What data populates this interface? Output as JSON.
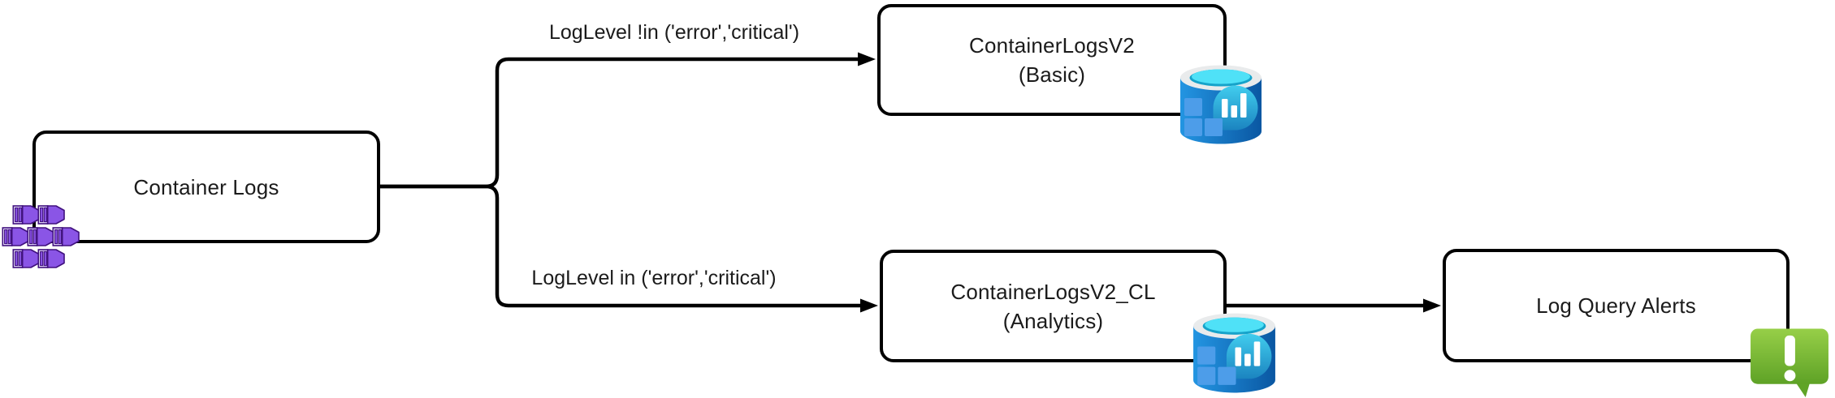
{
  "nodes": {
    "container_logs": {
      "label": "Container Logs"
    },
    "basic_table": {
      "line1": "ContainerLogsV2",
      "line2": "(Basic)"
    },
    "analytics_table": {
      "line1": "ContainerLogsV2_CL",
      "line2": "(Analytics)"
    },
    "alerts": {
      "label": "Log Query Alerts"
    }
  },
  "edges": {
    "basic_condition": {
      "label": "LogLevel !in ('error','critical')"
    },
    "analytics_condition": {
      "label": "LogLevel in ('error','critical')"
    }
  },
  "icons": {
    "source": "container-instances-icon",
    "basic_table": "log-analytics-workspace-icon",
    "analytics_table": "log-analytics-workspace-icon",
    "alerts": "alert-icon"
  },
  "colors": {
    "line": "#000000",
    "text": "#1b1b1b",
    "container_purple": "#8a55e6",
    "container_purple_dark": "#40117e",
    "container_face_light": "#ded0f8",
    "cylinder_blue_light": "#2395e2",
    "cylinder_blue_dark": "#0a57a2",
    "cylinder_rim": "#e9ebec",
    "cylinder_top_cyan": "#4fe1f7",
    "cylinder_top_teal": "#16a3ca",
    "lens_cyan": "#41cdee",
    "lens_blue": "#1b84c0",
    "tile_blue": "#4d9de9",
    "alert_green_light": "#97cf48",
    "alert_green_dark": "#5ea226"
  }
}
